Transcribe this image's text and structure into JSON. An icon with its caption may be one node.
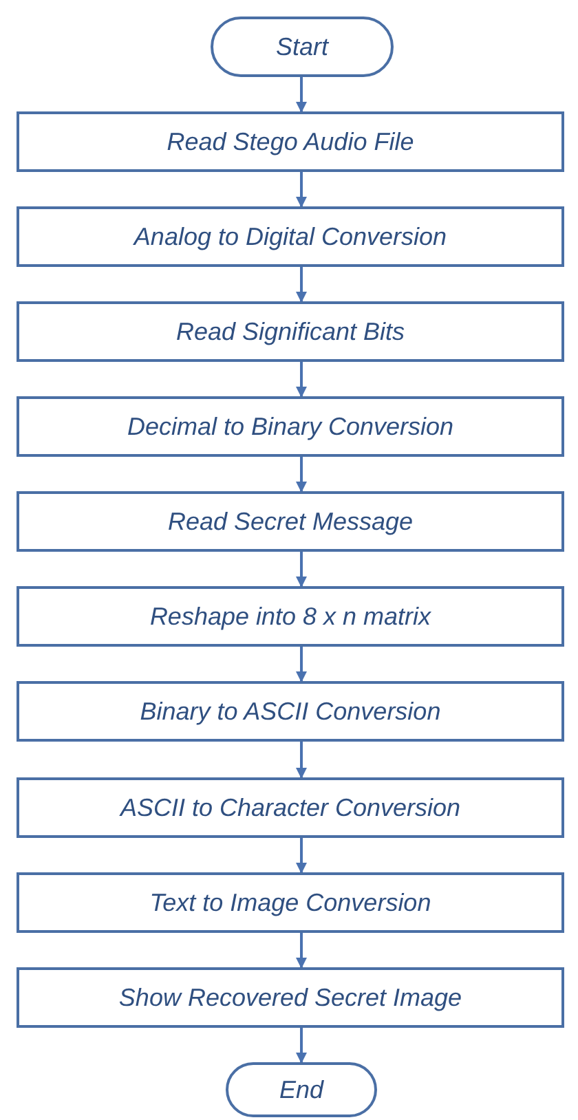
{
  "diagram": {
    "nodes": [
      {
        "text": [
          "Start"
        ]
      },
      {
        "text": [
          "Read Stego Audio File"
        ]
      },
      {
        "text": [
          "Analog to Digital Conversion"
        ]
      },
      {
        "text": [
          "Read Significant Bits"
        ]
      },
      {
        "text": [
          "Decimal to Binary Conversion"
        ]
      },
      {
        "text": [
          "Read Secret Message"
        ]
      },
      {
        "text": [
          "Reshape into 8 x n matrix"
        ]
      },
      {
        "text": [
          "Binary to ASCII Conversion"
        ]
      },
      {
        "text": [
          "ASCII to Character Conversion"
        ]
      },
      {
        "text": [
          "Text to Image Conversion"
        ]
      },
      {
        "text": [
          "Show Recovered Secret Image"
        ]
      },
      {
        "text": [
          "End"
        ]
      }
    ],
    "edges": [
      {
        "from": 0,
        "to": 1,
        "arrow": "to"
      },
      {
        "from": 1,
        "to": 2,
        "arrow": "to"
      },
      {
        "from": 2,
        "to": 3,
        "arrow": "to"
      },
      {
        "from": 3,
        "to": 4,
        "arrow": "to"
      },
      {
        "from": 4,
        "to": 5,
        "arrow": "to"
      },
      {
        "from": 5,
        "to": 6,
        "arrow": "to"
      },
      {
        "from": 6,
        "to": 7,
        "arrow": "to"
      },
      {
        "from": 7,
        "to": 8,
        "arrow": "to"
      },
      {
        "from": 8,
        "to": 9,
        "arrow": "to"
      },
      {
        "from": 9,
        "to": 10,
        "arrow": "to"
      },
      {
        "from": 10,
        "to": 11,
        "arrow": "to"
      }
    ]
  }
}
